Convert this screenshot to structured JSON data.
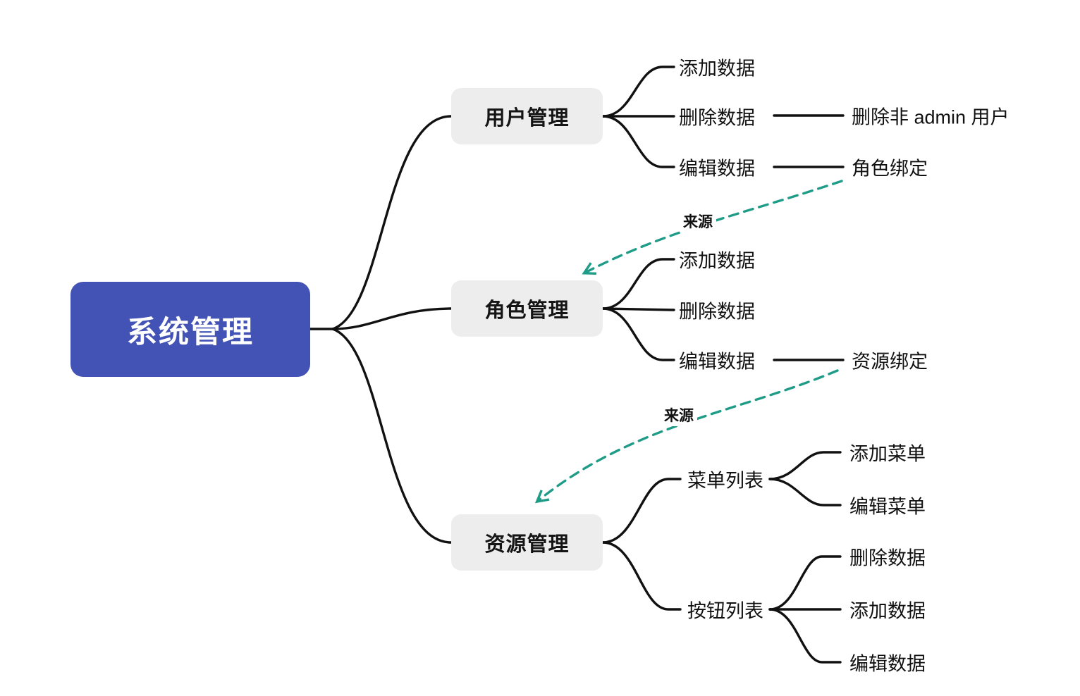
{
  "title": "系统管理思维导图",
  "colors": {
    "root_bg": "#4353b5",
    "root_text": "#ffffff",
    "branch_bg": "#ededed",
    "branch_text": "#151515",
    "leaf_text": "#111111",
    "edge": "#111111",
    "arrow": "#1f9c87",
    "page_bg": "#ffffff"
  },
  "root": {
    "label": "系统管理"
  },
  "branches": [
    {
      "label": "用户管理",
      "children": [
        {
          "label": "添加数据",
          "children": []
        },
        {
          "label": "删除数据",
          "children": [
            {
              "label": "删除非 admin 用户"
            }
          ]
        },
        {
          "label": "编辑数据",
          "children": [
            {
              "label": "角色绑定"
            }
          ]
        }
      ]
    },
    {
      "label": "角色管理",
      "children": [
        {
          "label": "添加数据",
          "children": []
        },
        {
          "label": "删除数据",
          "children": []
        },
        {
          "label": "编辑数据",
          "children": [
            {
              "label": "资源绑定"
            }
          ]
        }
      ]
    },
    {
      "label": "资源管理",
      "children": [
        {
          "label": "菜单列表",
          "children": [
            {
              "label": "添加菜单"
            },
            {
              "label": "编辑菜单"
            }
          ]
        },
        {
          "label": "按钮列表",
          "children": [
            {
              "label": "删除数据"
            },
            {
              "label": "添加数据"
            },
            {
              "label": "编辑数据"
            }
          ]
        }
      ]
    }
  ],
  "cross_links": [
    {
      "label": "来源",
      "from": "角色绑定",
      "to": "角色管理"
    },
    {
      "label": "来源",
      "from": "资源绑定",
      "to": "资源管理"
    }
  ]
}
